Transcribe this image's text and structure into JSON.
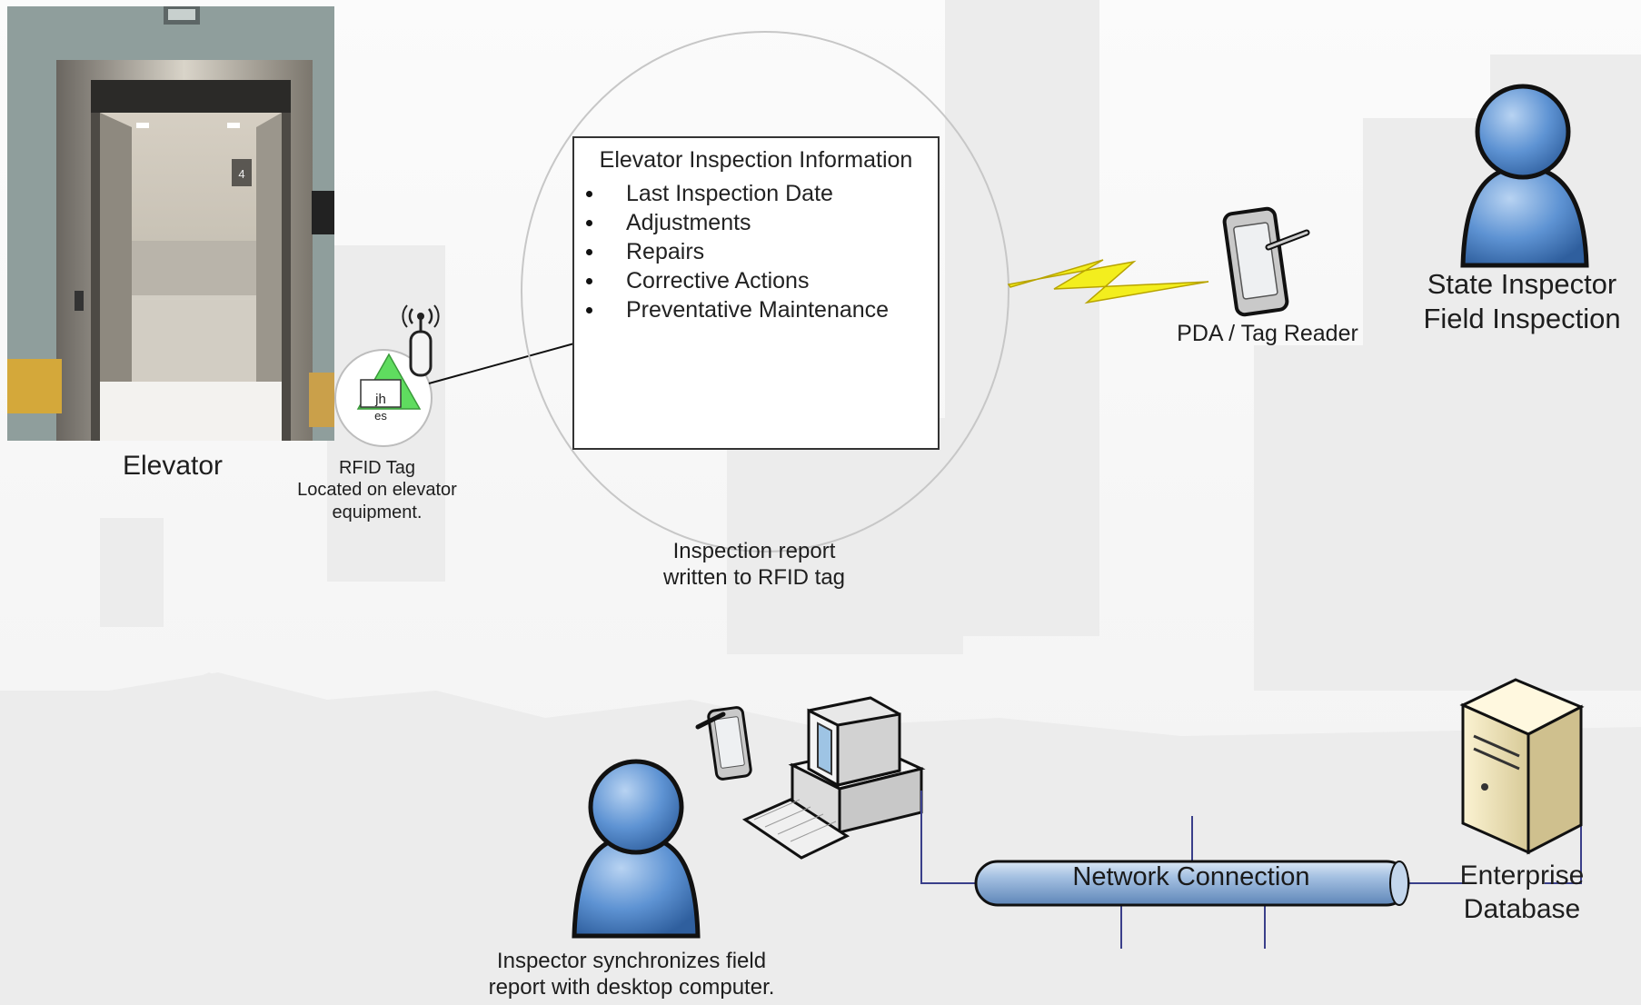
{
  "elevator": {
    "label": "Elevator",
    "floor_sign": "4"
  },
  "rfid_tag": {
    "label_lines": [
      "RFID Tag",
      "Located on elevator",
      "equipment."
    ],
    "tag_text_1": "jh",
    "tag_text_2": "es"
  },
  "info_box": {
    "title": "Elevator Inspection Information",
    "items": [
      "Last Inspection Date",
      "Adjustments",
      "Repairs",
      "Corrective Actions",
      "Preventative Maintenance"
    ]
  },
  "report_label": {
    "lines": [
      "Inspection report",
      "written to RFID tag"
    ]
  },
  "pda": {
    "label": "PDA / Tag Reader"
  },
  "state_inspector": {
    "lines": [
      "State Inspector",
      "Field Inspection"
    ]
  },
  "sync": {
    "lines": [
      "Inspector synchronizes field",
      "report with desktop computer."
    ]
  },
  "network": {
    "label": "Network Connection"
  },
  "database": {
    "lines": [
      "Enterprise",
      "Database"
    ]
  },
  "colors": {
    "person_blue": "#5b8fd0",
    "lightning_yellow": "#f3ee1e",
    "pipe_blue": "#7ea3cf",
    "tag_green": "#5fdc5f"
  }
}
